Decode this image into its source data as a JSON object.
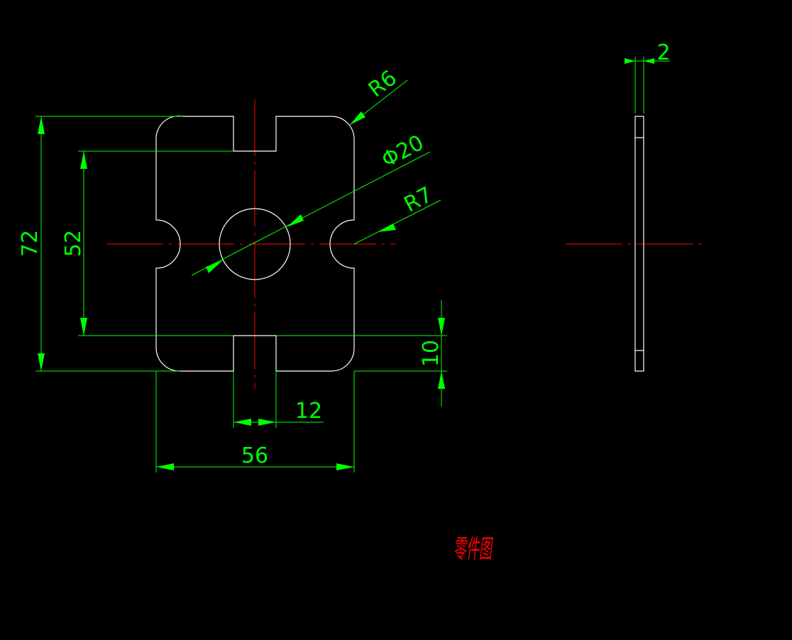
{
  "colors": {
    "background": "#000000",
    "outline": "#ffffff",
    "dimension": "#00ff00",
    "centerline": "#ff0000",
    "title": "#ff0000"
  },
  "dimensions": {
    "width": "56",
    "height": "72",
    "inner_height": "52",
    "slot_width": "12",
    "slot_depth": "10",
    "hole_diameter": "Φ20",
    "corner_radius": "R6",
    "notch_radius": "R7",
    "thickness": "2"
  },
  "title": "零件图"
}
